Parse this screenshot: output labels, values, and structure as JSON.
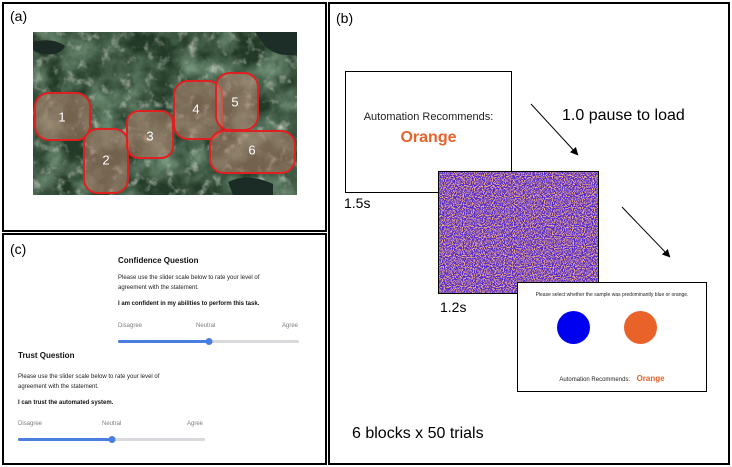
{
  "panels": {
    "a": {
      "label": "(a)"
    },
    "b": {
      "label": "(b)"
    },
    "c": {
      "label": "(c)"
    }
  },
  "regions": [
    "1",
    "2",
    "3",
    "4",
    "5",
    "6"
  ],
  "confidence": {
    "title": "Confidence Question",
    "instruction_line1": "Please use the slider scale below to rate your level of",
    "instruction_line2": "agreement with the statement.",
    "statement": "I am confident in my abilities to perform this task.",
    "ticks": [
      "Disagree",
      "Neutral",
      "Agree"
    ],
    "value_fraction": 0.5
  },
  "trust": {
    "title": "Trust Question",
    "instruction_line1": "Please use the slider scale below to rate your level of",
    "instruction_line2": "agreement with the statement.",
    "statement": "I can trust the automated system.",
    "ticks": [
      "Disagree",
      "Neutral",
      "Agree"
    ],
    "value_fraction": 0.5
  },
  "procedure": {
    "recommend_label": "Automation Recommends:",
    "recommend_value": "Orange",
    "pause_text": "1.0 pause to load",
    "time_first": "1.5s",
    "time_second": "1.2s",
    "select_prompt": "Please select whether the sample was predominantly blue or orange.",
    "bottom_recommend_label": "Automation Recommends:",
    "bottom_recommend_value": "Orange",
    "blocks_text": "6 blocks x 50 trials"
  },
  "colors": {
    "orange": "#e8622a",
    "blue": "#0000f0",
    "noise_blue": "#4b25d4",
    "noise_orange": "#e06a3a",
    "region_outline": "#e02020"
  }
}
